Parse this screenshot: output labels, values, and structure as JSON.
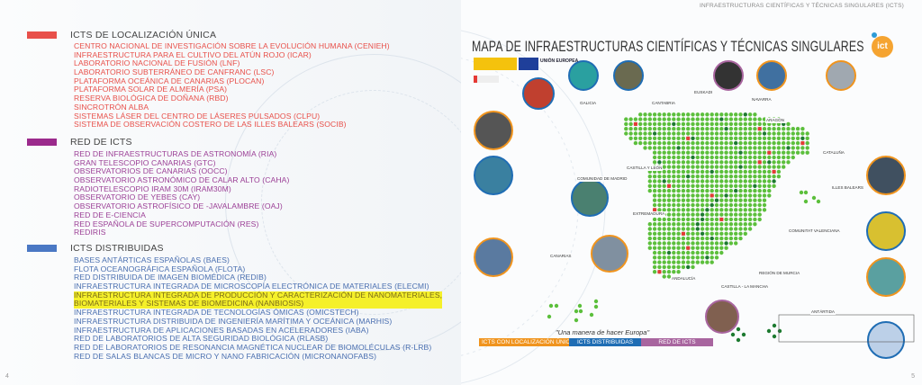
{
  "left": {
    "page_number": "4",
    "sections": [
      {
        "title": "ICTS DE LOCALIZACIÓN ÚNICA",
        "color": "#e8504a",
        "items": [
          "CENTRO NACIONAL DE INVESTIGACIÓN SOBRE LA EVOLUCIÓN HUMANA (CENIEH)",
          "INFRAESTRUCTURA PARA EL CULTIVO DEL ATÚN ROJO (ICAR)",
          "LABORATORIO NACIONAL DE FUSIÓN (LNF)",
          "LABORATORIO SUBTERRÁNEO DE CANFRANC (LSC)",
          "PLATAFORMA OCEÁNICA DE CANARIAS (PLOCAN)",
          "PLATAFORMA SOLAR DE ALMERÍA (PSA)",
          "RESERVA BIOLÓGICA DE DOÑANA (RBD)",
          "SINCROTRÓN ALBA",
          "SISTEMAS LÁSER DEL CENTRO DE LÁSERES PULSADOS (CLPU)",
          "SISTEMA DE OBSERVACIÓN COSTERO DE LAS ILLES BALEARS (SOCIB)"
        ]
      },
      {
        "title": "RED DE ICTS",
        "color": "#9b2a8c",
        "items": [
          "RED DE INFRAESTRUCTURAS DE ASTRONOMÍA (RIA)",
          "GRAN TELESCOPIO CANARIAS (GTC)",
          "OBSERVATORIOS DE CANARIAS (OOCC)",
          "OBSERVATORIO  ASTRONÓMICO DE CALAR ALTO (CAHA)",
          "RADIOTELESCOPIO IRAM 30M (IRAM30M)",
          "OBSERVATORIO  DE YEBES (CAY)",
          "OBSERVATORIO ASTROFÍSICO DE -JAVALAMBRE (OAJ)",
          "RED DE E-CIENCIA",
          "RED ESPAÑOLA DE SUPERCOMPUTACIÓN (RES)",
          "REDIRIS"
        ]
      },
      {
        "title": "ICTS DISTRIBUIDAS",
        "color": "#4a78c4",
        "items": [
          "BASES ANTÁRTICAS ESPAÑOLAS (BAES)",
          "FLOTA OCEANOGRÁFICA ESPAÑOLA (FLOTA)",
          "RED DISTRIBUIDA DE IMAGEN BIOMÉDICA (REDIB)",
          "INFRAESTRUCTURA INTEGRADA DE MICROSCOPÍA ELECTRÓNICA DE MATERIALES (ELECMI)",
          "INFRAESTRUCTURA INTEGRADA DE PRODUCCIÓN Y CARACTERIZACIÓN DE NANOMATERIALES,",
          "BIOMATERIALES Y SISTEMAS DE BIOMEDICINA (NANBIOSIS)",
          "INFRAESTRUCTURA INTEGRADA DE TECNOLOGÍAS ÓMICAS (OMICSTECH)",
          "INFRAESTRUCTURA DISTRIBUIDA DE INGENIERÍA MARÍTIMA Y OCEÁNICA (MARHIS)",
          "INFRAESTRUCTURA DE APLICACIONES BASADAS EN ACELERADORES (IABA)",
          "RED DE LABORATORIOS DE ALTA SEGURIDAD BIOLÓGICA (RLASB)",
          "RED DE LABORATORIOS DE RESONANCIA MAGNÉTICA NUCLEAR DE BIOMOLÉCULAS (R-LRB)",
          "RED DE SALAS BLANCAS DE MICRO Y NANO FABRICACIÓN (MICRONANOFABS)"
        ]
      }
    ]
  },
  "right": {
    "header": "INFRAESTRUCTURAS CIENTÍFICAS Y TÉCNICAS SINGULARES (ICTS)",
    "title": "MAPA DE INFRAESTRUCTURAS CIENTÍFICAS Y TÉCNICAS SINGULARES",
    "eu_label": "UNIÓN EUROPEA",
    "slogan": "\"Una manera de hacer Europa\"",
    "page_number": "5",
    "regions": [
      "GALICIA",
      "CANTABRIA",
      "EUSKADI",
      "NAVARRA",
      "ARAGÓN",
      "CATALUÑA",
      "CASTILLA Y LEÓN",
      "COMUNIDAD DE MADRID",
      "ILLES BALEARS",
      "EXTREMADURA",
      "COMUNITAT VALENCIANA",
      "CANARIAS",
      "ANDALUCÍA",
      "CASTILLA - LA MANCHA",
      "REGIÓN DE MURCIA",
      "ANTÁRTIDA"
    ],
    "legend": [
      {
        "label": "ICTS CON LOCALIZACIÓN ÚNICA",
        "color": "#f0941e"
      },
      {
        "label": "ICTS DISTRIBUIDAS",
        "color": "#1f6db4"
      },
      {
        "label": "RED DE ICTS",
        "color": "#a8659f"
      }
    ],
    "colors": {
      "dot": "#5cbf3c",
      "dot_dark": "#1d7a30",
      "marker": "#e53935"
    }
  }
}
